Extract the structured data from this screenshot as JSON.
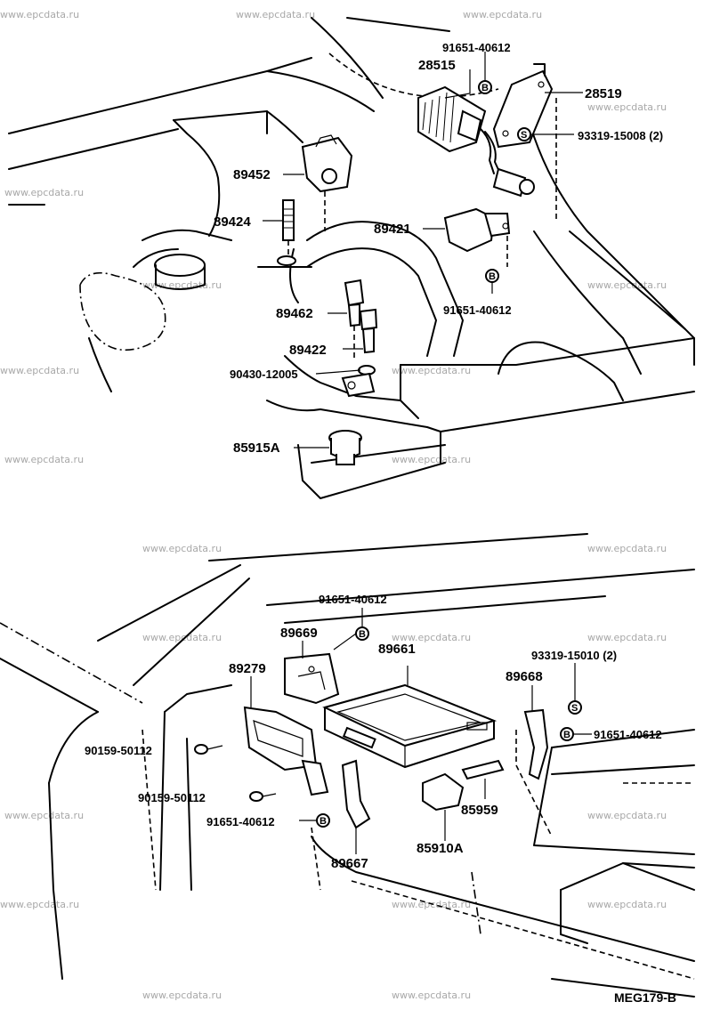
{
  "watermark": "www.epcdata.ru",
  "diagram_code": "MEG179-B",
  "symbols": {
    "bolt": "B",
    "screw": "S"
  },
  "top_section": {
    "label_28515": "28515",
    "label_28519": "28519",
    "label_91651_top": "91651-40612",
    "label_93319_top": "93319-15008 (2)",
    "label_89452": "89452",
    "label_89424": "89424",
    "label_89421": "89421",
    "label_91651_mid": "91651-40612",
    "label_89462": "89462",
    "label_89422": "89422",
    "label_90430": "90430-12005",
    "label_85915A": "85915A"
  },
  "bottom_section": {
    "label_91651_a": "91651-40612",
    "label_89669": "89669",
    "label_89661": "89661",
    "label_89279": "89279",
    "label_93319_bottom": "93319-15010 (2)",
    "label_89668": "89668",
    "label_91651_b": "91651-40612",
    "label_90159_a": "90159-50112",
    "label_90159_b": "90159-50112",
    "label_85959": "85959",
    "label_91651_c": "91651-40612",
    "label_89667": "89667",
    "label_85910A": "85910A"
  }
}
